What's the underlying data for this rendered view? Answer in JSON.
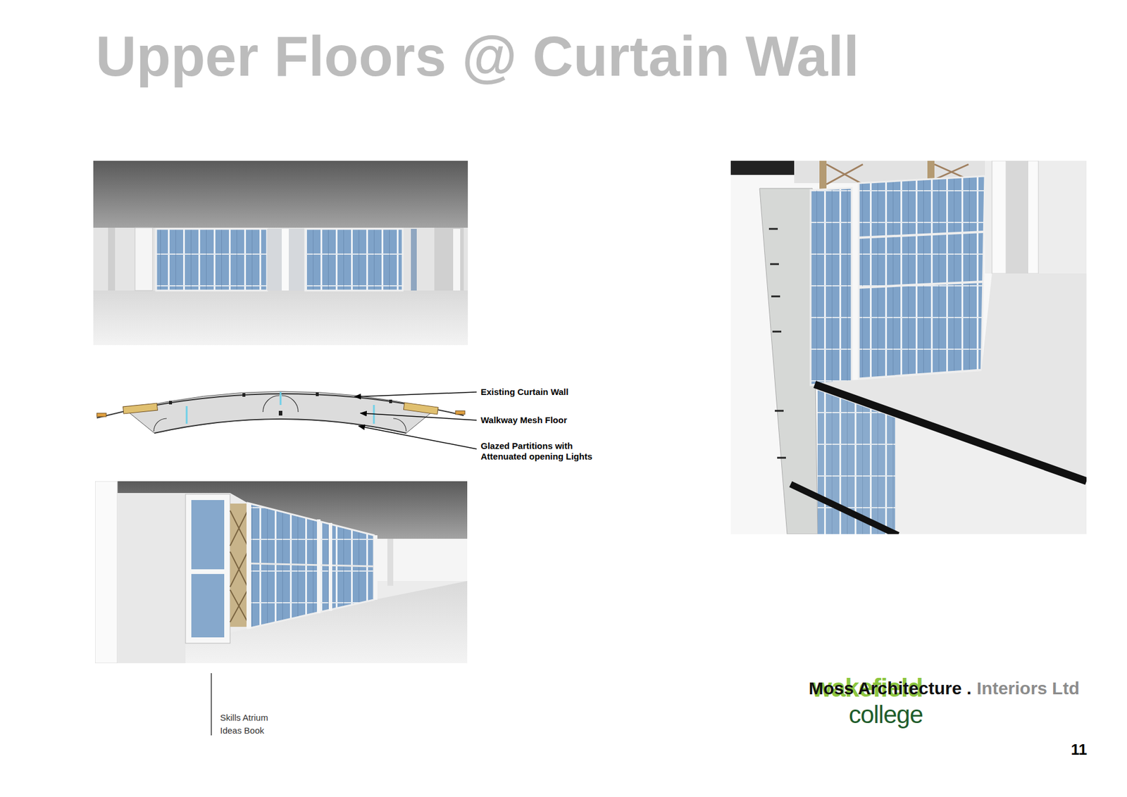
{
  "diagram": {
    "title": "Upper Floors @ Curtain Wall",
    "labels": [
      "Existing Curtain Wall",
      "Walkway Mesh Floor",
      "Glazed Partitions with Attenuated opening Lights",
      "wakefield",
      "college",
      "Skills Atrium Ideas Book",
      "Moss Architecture .",
      "Interiors Ltd",
      "11"
    ]
  }
}
